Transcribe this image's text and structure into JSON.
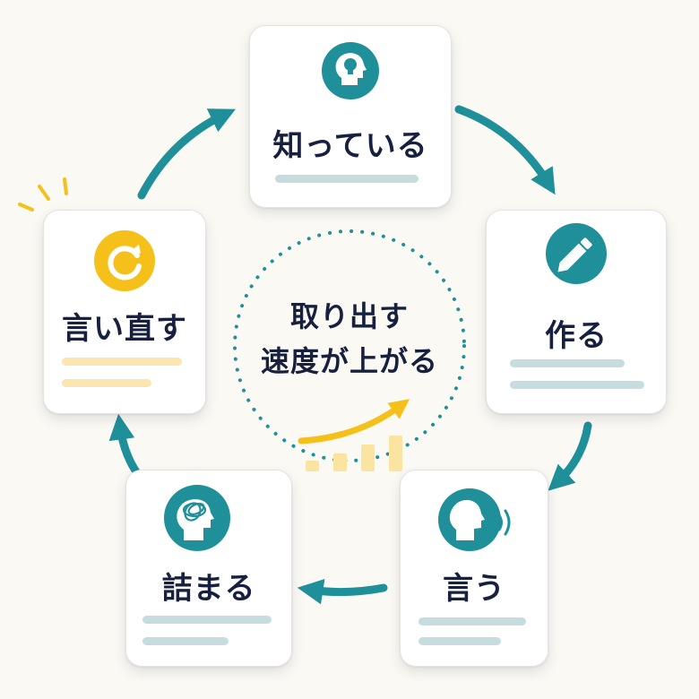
{
  "cards": [
    {
      "id": "know",
      "label": "知っている",
      "icon": "lightbulb-head-icon"
    },
    {
      "id": "make",
      "label": "作る",
      "icon": "pencil-icon"
    },
    {
      "id": "say",
      "label": "言う",
      "icon": "speaking-head-icon"
    },
    {
      "id": "stuck",
      "label": "詰まる",
      "icon": "tangled-head-icon"
    },
    {
      "id": "rephrase",
      "label": "言い直す",
      "icon": "refresh-icon"
    }
  ],
  "center": {
    "line1": "取り出す",
    "line2": "速度が上がる"
  },
  "colors": {
    "teal": "#1f8f99",
    "yellow": "#f6c01b",
    "text": "#17213f",
    "bar": "#fbe3a0"
  }
}
